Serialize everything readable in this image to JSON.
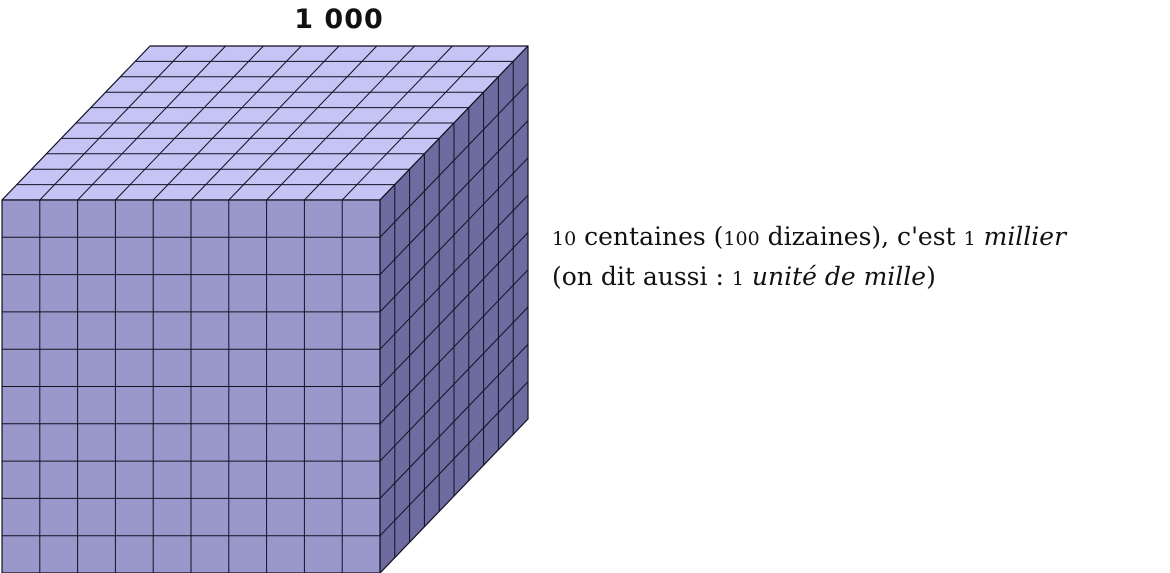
{
  "figure": {
    "title": "1 000",
    "grid": {
      "rows": 10,
      "cols": 10,
      "depth": 10
    },
    "colors": {
      "front": "#9a98cb",
      "top": "#c6c4f4",
      "side": "#6d6b9f",
      "stroke": "#111122"
    }
  },
  "caption": {
    "line1": {
      "n1": "10",
      "t1": " centaines (",
      "n2": "100",
      "t2": " dizaines), c'est ",
      "n3": "1",
      "t3": " ",
      "em": "millier"
    },
    "line2": {
      "t1": "(on dit aussi : ",
      "n1": "1",
      "t2": " ",
      "em": "unité de mille",
      "t3": ")"
    }
  }
}
